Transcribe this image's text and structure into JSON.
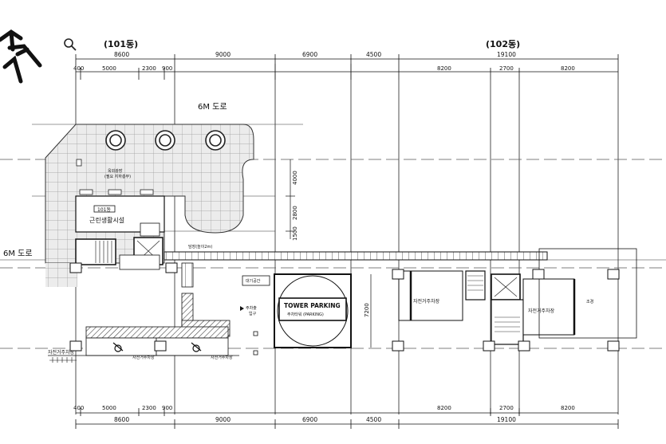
{
  "labels": {
    "bldg_101": "(101동)",
    "bldg_102": "(102동)",
    "road_top": "6M 도로",
    "road_left": "6M 도로",
    "plaza": "옥외광장",
    "plaza_sub": "(필요 지하층부)",
    "unit_tag": "101동",
    "facility": "근린생활시설",
    "tower_parking_1": "TOWER PARKING",
    "tower_parking_2": "주차타워 (PARKING)",
    "bike_parking_1": "자전거주차장",
    "bike_parking_2": "자전거주차장",
    "bike_parking_3": "자전거주차장",
    "height_7200": "7200",
    "vdim_4000": "4000",
    "vdim_2800": "2800",
    "vdim_1500": "1500",
    "note_wall": "담장(높이2m)",
    "note_waiting": "대기공간",
    "note_entry_1": "주차출",
    "note_entry_2": "입구",
    "note_bike_small_1": "자전거주차장",
    "note_bike_small_2": "자전거주차장",
    "note_side": "조경"
  },
  "dims_top": {
    "total": [
      "8600",
      "9000",
      "6900",
      "4500",
      "19100"
    ],
    "sub": [
      "400",
      "5000",
      "2300",
      "900",
      "8200",
      "2700",
      "8200"
    ]
  },
  "dims_bottom": {
    "sub": [
      "400",
      "5000",
      "2300",
      "900",
      "8200",
      "2700",
      "8200"
    ],
    "total": [
      "8600",
      "9000",
      "6900",
      "4500",
      "19100"
    ]
  },
  "icons": {
    "search": "magnifier-icon",
    "north": "north-arrow-icon"
  }
}
